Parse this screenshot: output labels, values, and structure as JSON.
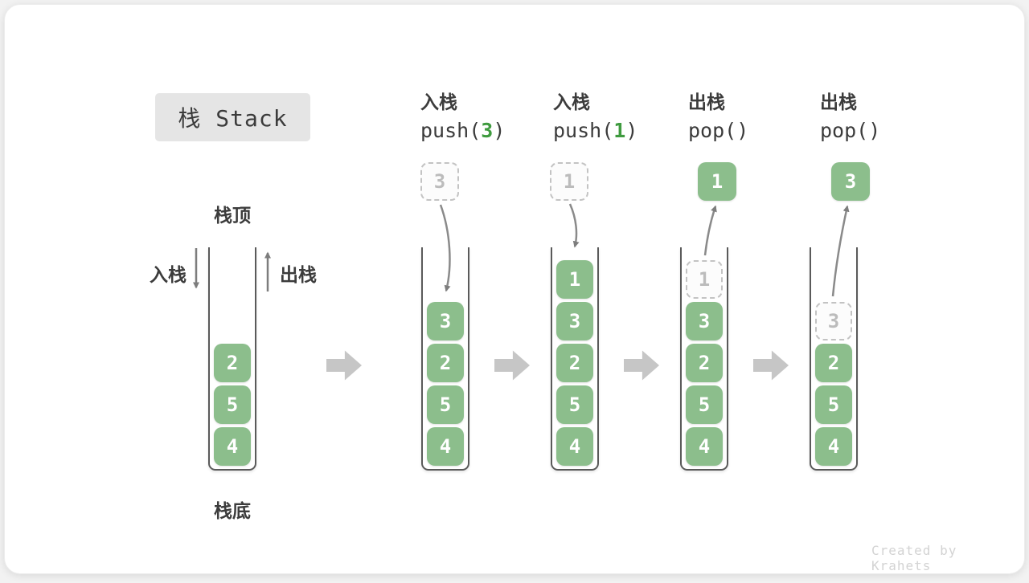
{
  "title": "栈 Stack",
  "watermark": "Created by Krahets",
  "labels": {
    "stack_top": "栈顶",
    "stack_bottom": "栈底",
    "push_side": "入栈",
    "pop_side": "出栈"
  },
  "colors": {
    "box_green": "#8cbe8c",
    "arg_green": "#3f9b3f",
    "ghost_border": "#c3c3c3",
    "stack_outline": "#5a5a5a",
    "flow_arrow": "#c6c6c6",
    "curve_arrow": "#7d7d7d",
    "title_bg": "#e5e5e5"
  },
  "steps": [
    {
      "name": "initial",
      "cells": [
        {
          "row": 3,
          "value": "2",
          "variant": "solid"
        },
        {
          "row": 4,
          "value": "5",
          "variant": "solid"
        },
        {
          "row": 5,
          "value": "4",
          "variant": "solid"
        }
      ]
    },
    {
      "name": "push-3",
      "op_cjk": "入栈",
      "code_pre": "push(",
      "code_arg": "3",
      "code_post": ")",
      "floating": {
        "value": "3",
        "variant": "ghost"
      },
      "cells": [
        {
          "row": 2,
          "value": "3",
          "variant": "solid"
        },
        {
          "row": 3,
          "value": "2",
          "variant": "solid"
        },
        {
          "row": 4,
          "value": "5",
          "variant": "solid"
        },
        {
          "row": 5,
          "value": "4",
          "variant": "solid"
        }
      ]
    },
    {
      "name": "push-1",
      "op_cjk": "入栈",
      "code_pre": "push(",
      "code_arg": "1",
      "code_post": ")",
      "floating": {
        "value": "1",
        "variant": "ghost"
      },
      "cells": [
        {
          "row": 1,
          "value": "1",
          "variant": "solid"
        },
        {
          "row": 2,
          "value": "3",
          "variant": "solid"
        },
        {
          "row": 3,
          "value": "2",
          "variant": "solid"
        },
        {
          "row": 4,
          "value": "5",
          "variant": "solid"
        },
        {
          "row": 5,
          "value": "4",
          "variant": "solid"
        }
      ]
    },
    {
      "name": "pop-first",
      "op_cjk": "出栈",
      "code_pre": "pop(",
      "code_arg": "",
      "code_post": ")",
      "floating": {
        "value": "1",
        "variant": "solid"
      },
      "cells": [
        {
          "row": 1,
          "value": "1",
          "variant": "ghost"
        },
        {
          "row": 2,
          "value": "3",
          "variant": "solid"
        },
        {
          "row": 3,
          "value": "2",
          "variant": "solid"
        },
        {
          "row": 4,
          "value": "5",
          "variant": "solid"
        },
        {
          "row": 5,
          "value": "4",
          "variant": "solid"
        }
      ]
    },
    {
      "name": "pop-second",
      "op_cjk": "出栈",
      "code_pre": "pop(",
      "code_arg": "",
      "code_post": ")",
      "floating": {
        "value": "3",
        "variant": "solid"
      },
      "cells": [
        {
          "row": 2,
          "value": "3",
          "variant": "ghost"
        },
        {
          "row": 3,
          "value": "2",
          "variant": "solid"
        },
        {
          "row": 4,
          "value": "5",
          "variant": "solid"
        },
        {
          "row": 5,
          "value": "4",
          "variant": "solid"
        }
      ]
    }
  ]
}
